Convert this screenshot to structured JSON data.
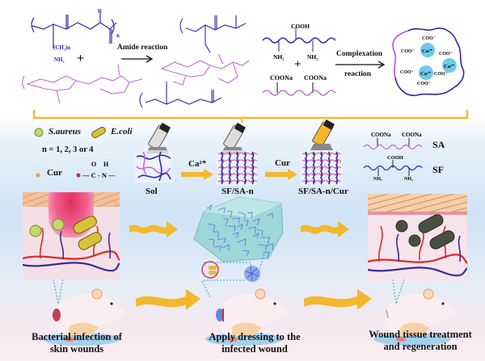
{
  "reactions": {
    "amide_label": "Amide reaction",
    "complexation_label_1": "Complexation",
    "complexation_label_2": "reaction",
    "plus": "+",
    "sf_cooh": "COOH",
    "sf_nh2": "NH₂",
    "sa_coona": "COONa",
    "polymer_n": "n",
    "polymer_r": "R",
    "polymer_ch2n": "(CH₂)n",
    "nh2_label": "NH₂",
    "ca_ion": "Ca²⁺",
    "coo_minus": "COO⁻"
  },
  "legend": {
    "s_aureus": "S.aureus",
    "e_coli": "E.coli",
    "n_values": "n = 1, 2, 3 or 4",
    "cur": "Cur",
    "amide_o": "O",
    "amide_h": "H",
    "amide_bond": "— C - N —"
  },
  "gel_steps": {
    "sol": "Sol",
    "ca_arrow": "Ca²⁺",
    "sfsa": "SF/SA-n",
    "cur_arrow": "Cur",
    "sfsacur": "SF/SA-n/Cur"
  },
  "polymer_key": {
    "sa_label": "SA",
    "sf_label": "SF",
    "sa_group": "COONa",
    "sf_group": "COOH",
    "sf_amine": "NH₂"
  },
  "stages": [
    {
      "caption_1": "Bacterial infection of",
      "caption_2": "skin wounds"
    },
    {
      "caption_1": "Apply dressing to the",
      "caption_2": "infected wound"
    },
    {
      "caption_1": "Wound tissue treatment",
      "caption_2": "and regeneration"
    }
  ],
  "colors": {
    "sf_blue": "#2a2aa8",
    "sa_pink": "#c86ad8",
    "arrow_gold": "#f3b82b",
    "ca_cyan": "#6ec8ec",
    "vessel_red": "#e0282a",
    "vessel_blue": "#3a2a9a"
  }
}
